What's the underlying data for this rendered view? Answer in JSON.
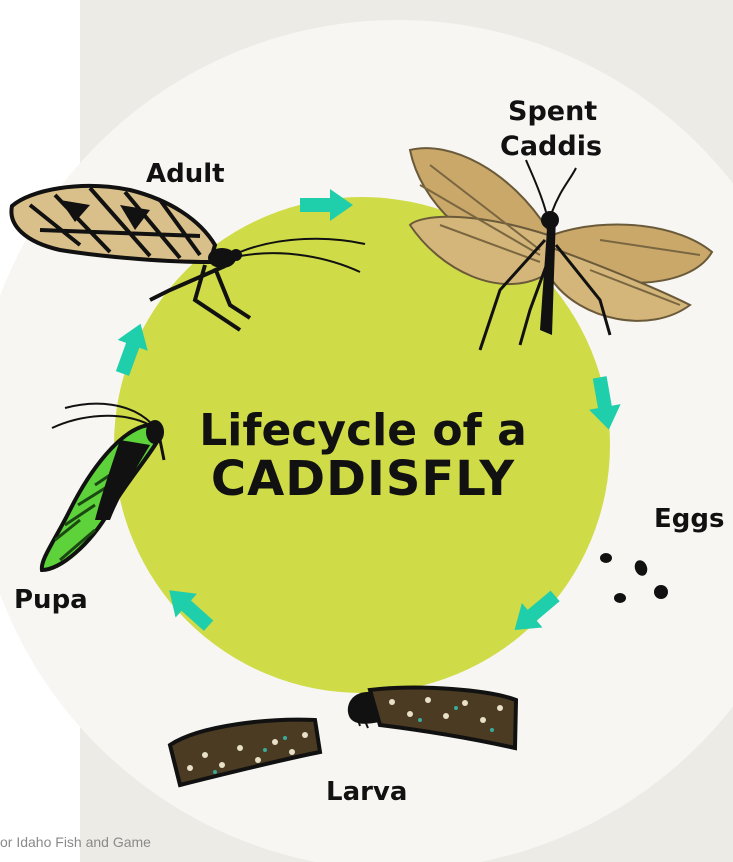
{
  "diagram": {
    "title_line1": "Lifecycle of a",
    "title_line2": "CADDISFLY",
    "stages": {
      "adult": "Adult",
      "spent_caddis_line1": "Spent",
      "spent_caddis_line2": "Caddis",
      "eggs": "Eggs",
      "larva": "Larva",
      "pupa": "Pupa"
    },
    "credit": "or Idaho Fish and Game"
  },
  "colors": {
    "background_panel": "#ecebe5",
    "outer_disc": "#f7f6f2",
    "center_circle": "#cfdb47",
    "arrows": "#1fcfab",
    "label_text": "#111111",
    "credit_text": "#8a8a8a"
  },
  "icons": {
    "adult": "adult-caddisfly-icon",
    "spent_caddis": "spent-caddisfly-icon",
    "eggs": "eggs-icon",
    "larva": "larva-case-icon",
    "pupa": "pupa-icon",
    "arrow": "cycle-arrow-icon"
  }
}
